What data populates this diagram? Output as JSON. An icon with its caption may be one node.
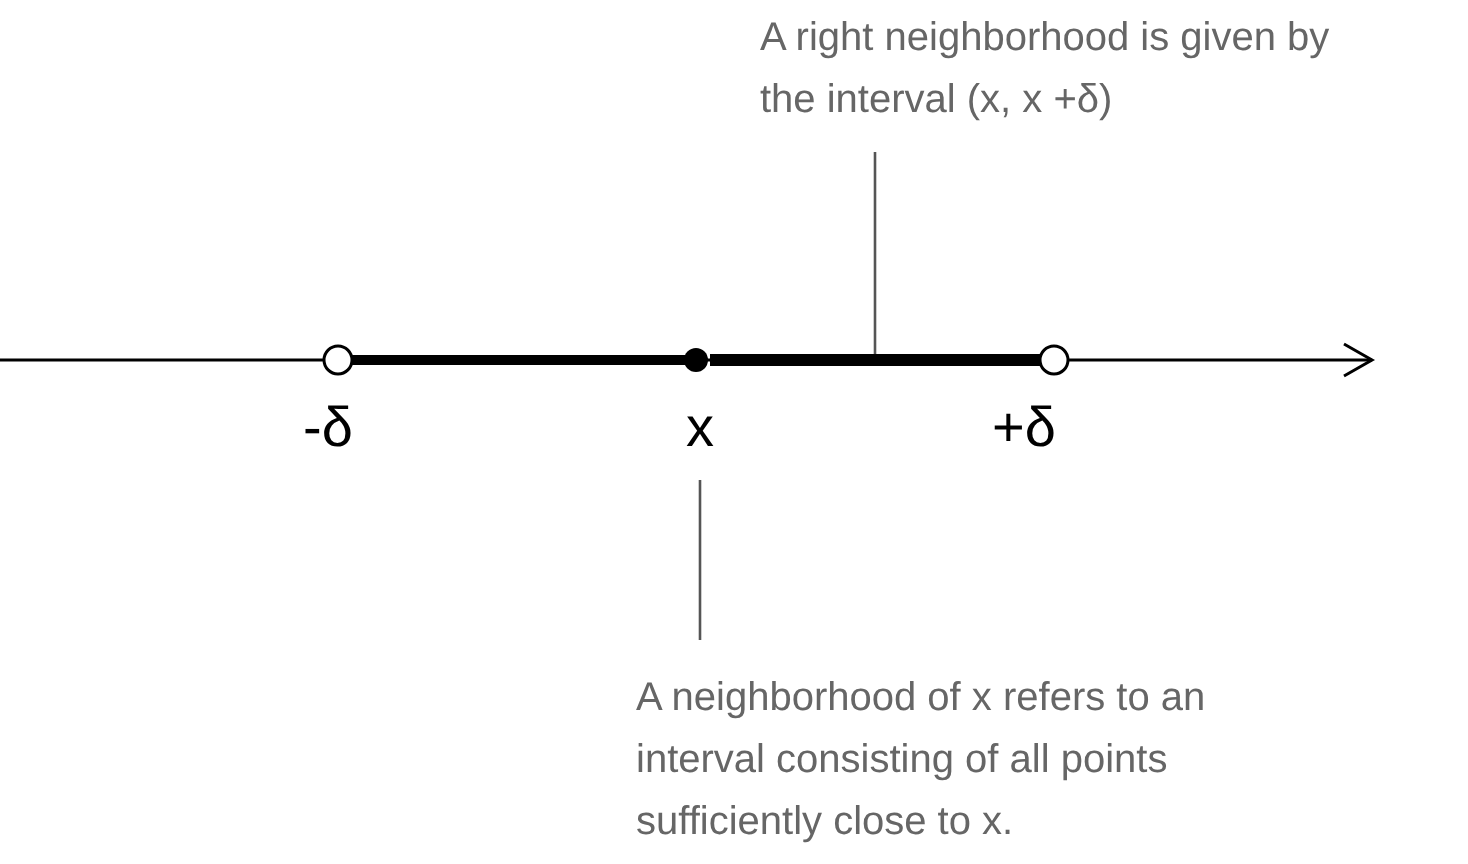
{
  "diagram": {
    "nodes": [
      {
        "text": [
          "A right neighborhood is given by the interval (x, x +δ)"
        ]
      },
      {
        "text": [],
        "shape": "bar"
      },
      {
        "text": [
          "x"
        ]
      },
      {
        "text": [
          "A neighborhood of x refers to an interval consisting of all points sufficiently close to x."
        ]
      }
    ],
    "edges": [
      {
        "from": 0,
        "to": 1,
        "arrow": "none"
      },
      {
        "from": 3,
        "to": 2,
        "arrow": "none"
      }
    ],
    "labels": [
      "-δ",
      "+δ"
    ]
  }
}
